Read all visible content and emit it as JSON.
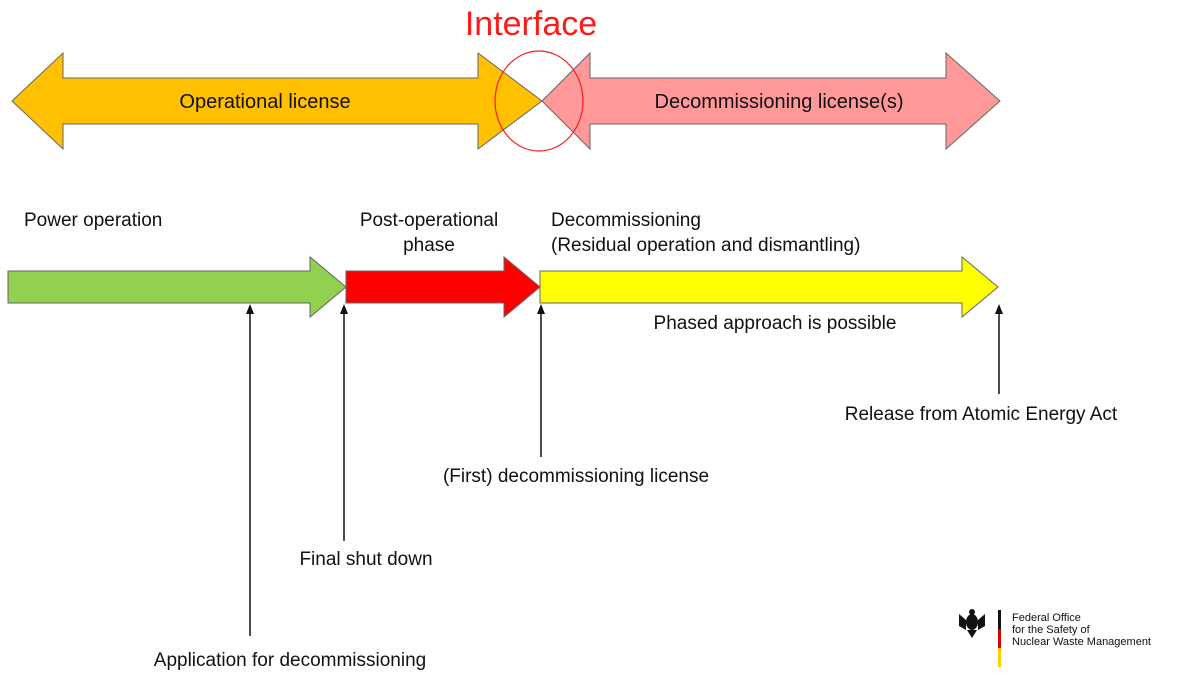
{
  "interface_label": "Interface",
  "license_arrows": {
    "operational": "Operational license",
    "decommissioning": "Decommissioning license(s)"
  },
  "phases": {
    "power_operation": "Power operation",
    "post_operational_line1": "Post-operational",
    "post_operational_line2": "phase",
    "decommissioning_line1": "Decommissioning",
    "decommissioning_line2": "(Residual operation and dismantling)",
    "phased_note": "Phased approach is possible"
  },
  "milestones": {
    "application": "Application for decommissioning",
    "final_shutdown": "Final shut down",
    "first_license": "(First) decommissioning license",
    "release": "Release from Atomic Energy Act"
  },
  "logo": {
    "line1": "Federal Office",
    "line2": "for the Safety of",
    "line3": "Nuclear Waste Management",
    "icon": "federal-eagle-icon"
  },
  "colors": {
    "operational": "#ffc000",
    "decommissioning_license": "#ff9999",
    "power_operation": "#92d050",
    "post_operational": "#ff0000",
    "decommissioning": "#ffff00",
    "interface": "#ff1a1a"
  }
}
